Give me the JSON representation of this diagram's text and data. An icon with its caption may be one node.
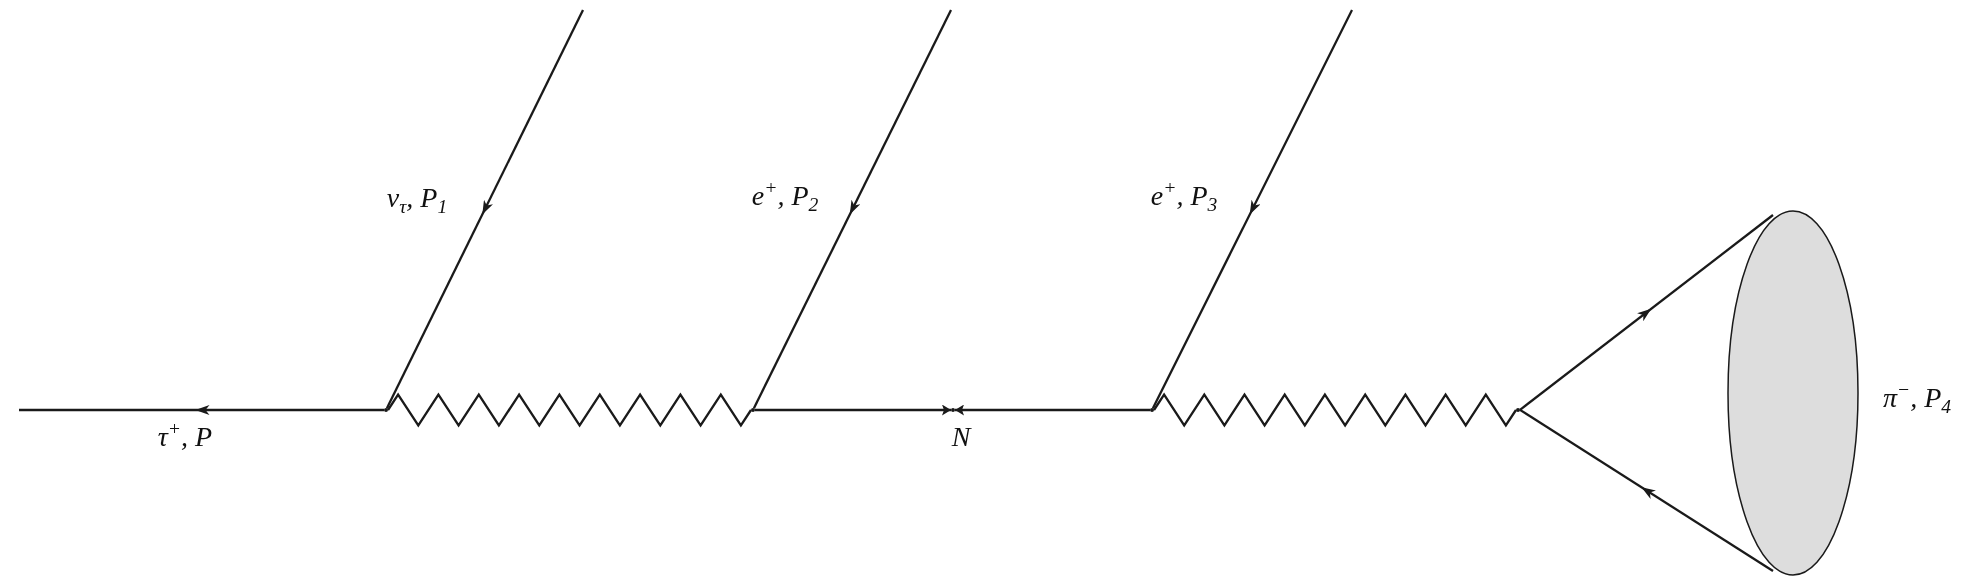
{
  "diagram": {
    "nodes": [
      {
        "text": [],
        "shape": "point"
      },
      {
        "text": [],
        "shape": "point"
      },
      {
        "text": [],
        "shape": "point",
        "beside": [
          "N"
        ]
      },
      {
        "text": [],
        "shape": "point"
      },
      {
        "text": [],
        "shape": "point"
      },
      {
        "text": [],
        "shape": "ellipse",
        "beside": [
          "π$^{−}$, P$_{4}$"
        ]
      }
    ],
    "edges": [
      {
        "from": 0,
        "to": null,
        "arrow": "to",
        "label": "τ$^{+}$, P"
      },
      {
        "from": null,
        "to": 0,
        "arrow": "to",
        "label": "ν$_{τ}$, P$_{1}$"
      },
      {
        "from": 0,
        "to": 1,
        "arrow": "none"
      },
      {
        "from": null,
        "to": 1,
        "arrow": "to",
        "label": "e$^{+}$, P$_{2}$"
      },
      {
        "from": 1,
        "to": 2,
        "arrow": "to"
      },
      {
        "from": 3,
        "to": 2,
        "arrow": "to"
      },
      {
        "from": null,
        "to": 3,
        "arrow": "to",
        "label": "e$^{+}$, P$_{3}$"
      },
      {
        "from": 3,
        "to": 4,
        "arrow": "none"
      },
      {
        "from": 4,
        "to": 5,
        "arrow": "to"
      },
      {
        "from": 5,
        "to": 4,
        "arrow": "to"
      }
    ]
  }
}
